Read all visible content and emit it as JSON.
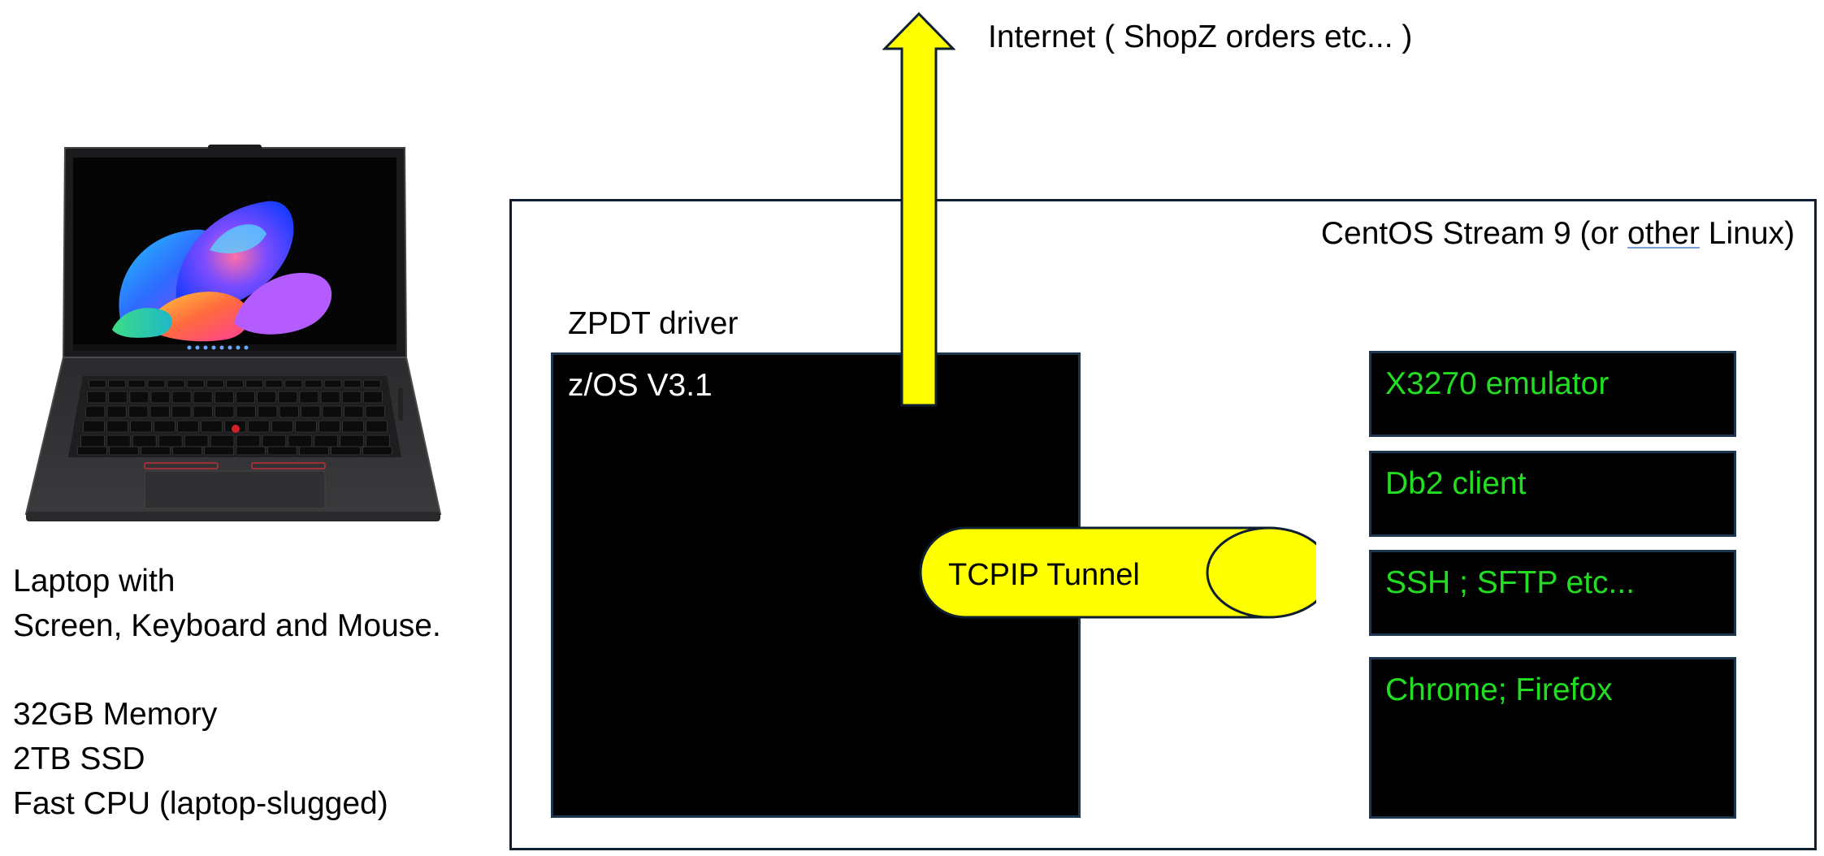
{
  "internet": {
    "label": "Internet ( ShopZ orders etc... )"
  },
  "laptop": {
    "lines": [
      "Laptop with",
      "Screen, Keyboard and Mouse.",
      "32GB Memory",
      "2TB SSD",
      "Fast CPU (laptop-slugged)"
    ]
  },
  "linux": {
    "label_before": "CentOS Stream 9 (or ",
    "label_underlined": "other",
    "label_after": " Linux)"
  },
  "zpdt": {
    "label": "ZPDT driver",
    "zos_label": "z/OS V3.1"
  },
  "tunnel": {
    "label": "TCPIP Tunnel"
  },
  "apps": [
    {
      "label": "X3270 emulator"
    },
    {
      "label": "Db2 client"
    },
    {
      "label": "SSH ; SFTP etc..."
    },
    {
      "label": "Chrome; Firefox"
    }
  ],
  "colors": {
    "arrow_fill": "#ffff00",
    "tunnel_fill": "#ffff00",
    "app_text": "#22dd22",
    "box_fill": "#000000"
  }
}
